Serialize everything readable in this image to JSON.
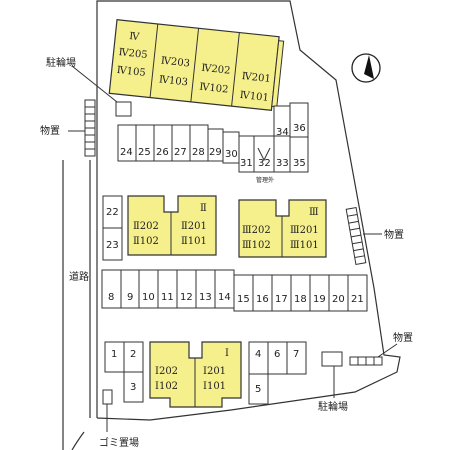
{
  "labels": {
    "bicycle_nw": "駐輪場",
    "storage_w": "物置",
    "road": "道路",
    "storage_e": "物置",
    "storage_se": "物置",
    "bicycle_se": "駐輪場",
    "garbage": "ゴミ置場",
    "management": "管理外"
  },
  "building_iv": {
    "roman": "Ⅳ",
    "units": [
      "Ⅳ205",
      "Ⅳ105",
      "Ⅳ203",
      "Ⅳ103",
      "Ⅳ202",
      "Ⅳ102",
      "Ⅳ201",
      "Ⅳ101"
    ]
  },
  "building_ii": {
    "roman": "Ⅱ",
    "units": [
      "Ⅱ202",
      "Ⅱ102",
      "Ⅱ201",
      "Ⅱ101"
    ]
  },
  "building_iii": {
    "roman": "Ⅲ",
    "units": [
      "Ⅲ202",
      "Ⅲ102",
      "Ⅲ201",
      "Ⅲ101"
    ]
  },
  "building_i": {
    "roman": "Ⅰ",
    "units": [
      "Ⅰ202",
      "Ⅰ102",
      "Ⅰ201",
      "Ⅰ101"
    ]
  },
  "parking_top": [
    "24",
    "25",
    "26",
    "27",
    "28",
    "29",
    "30",
    "31",
    "32",
    "33",
    "35",
    "34",
    "36"
  ],
  "parking_left": [
    "22",
    "23"
  ],
  "parking_middle": [
    "8",
    "9",
    "10",
    "11",
    "12",
    "13",
    "14",
    "15",
    "16",
    "17",
    "18",
    "19",
    "20",
    "21"
  ],
  "parking_bottom": [
    "1",
    "2",
    "3",
    "4",
    "6",
    "7",
    "5"
  ],
  "colors": {
    "building": "#f6f08c",
    "line": "#333333"
  }
}
